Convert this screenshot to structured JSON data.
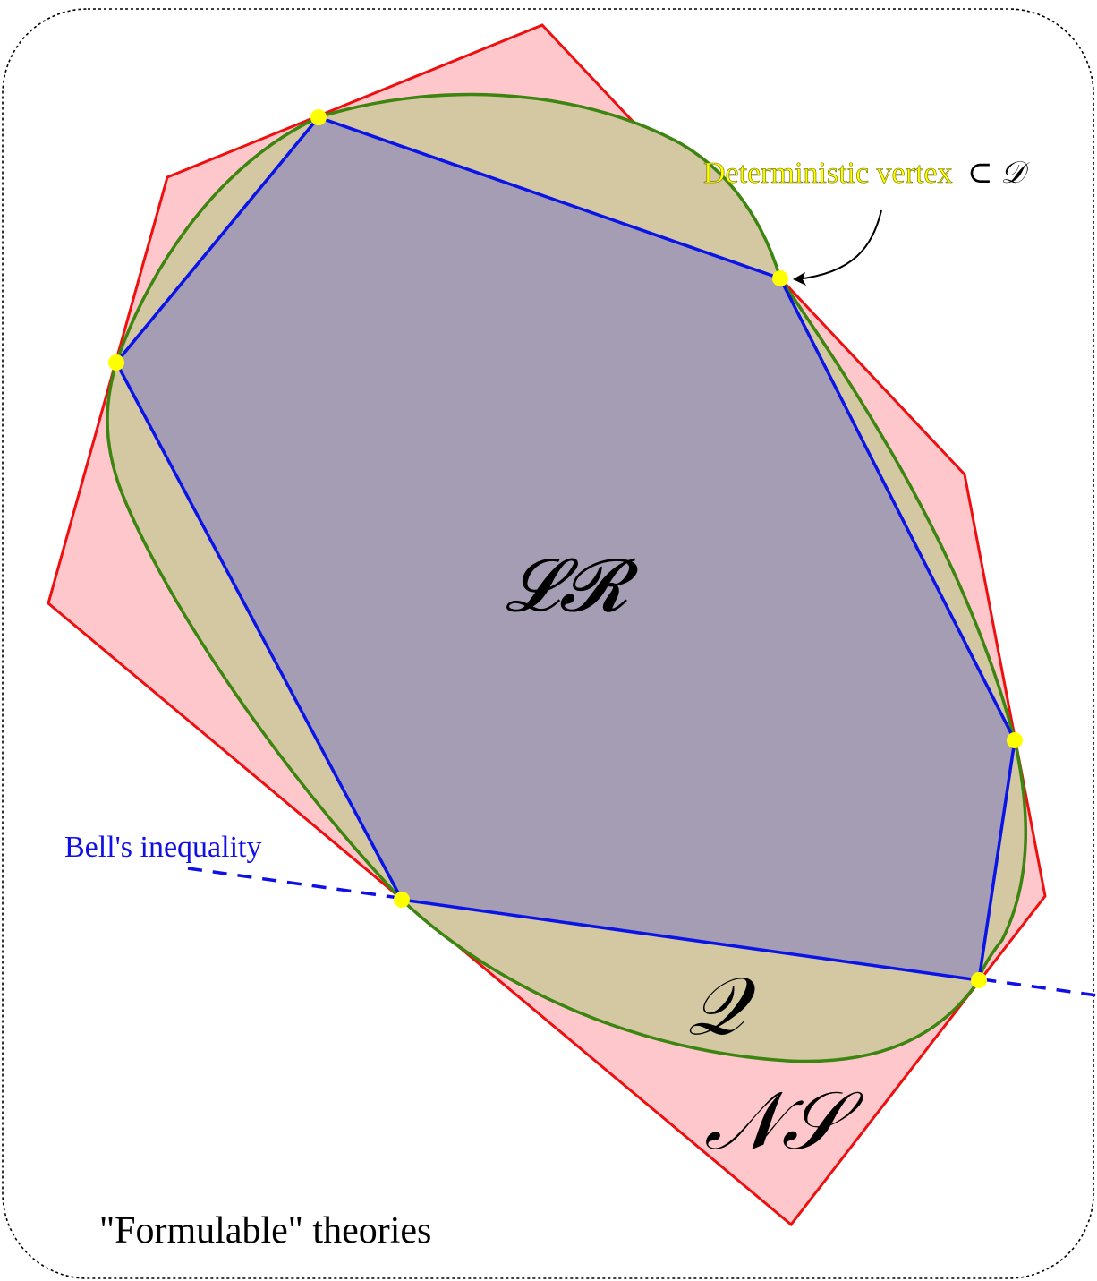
{
  "regions": {
    "local_realistic": {
      "label": "𝓛𝓡",
      "fill": "#a59db4",
      "stroke": "#0b14e6"
    },
    "quantum": {
      "label": "𝒬",
      "fill": "#d3c8a2",
      "stroke": "#3b8510"
    },
    "no_signalling": {
      "label": "𝒩𝒮",
      "fill": "#fec7cb",
      "stroke": "#ee1010"
    }
  },
  "labels": {
    "deterministic_vertex_text": "Deterministic vertex",
    "deterministic_vertex_math": "⊂ 𝒟",
    "deterministic_vertex_color": "#ffff00",
    "bell_inequality": "Bell's inequality",
    "bell_color": "#1010e6",
    "formulable_theories": "\"Formulable\" theories"
  },
  "vertex_color": "#ffff00",
  "frame_color": "#000000"
}
